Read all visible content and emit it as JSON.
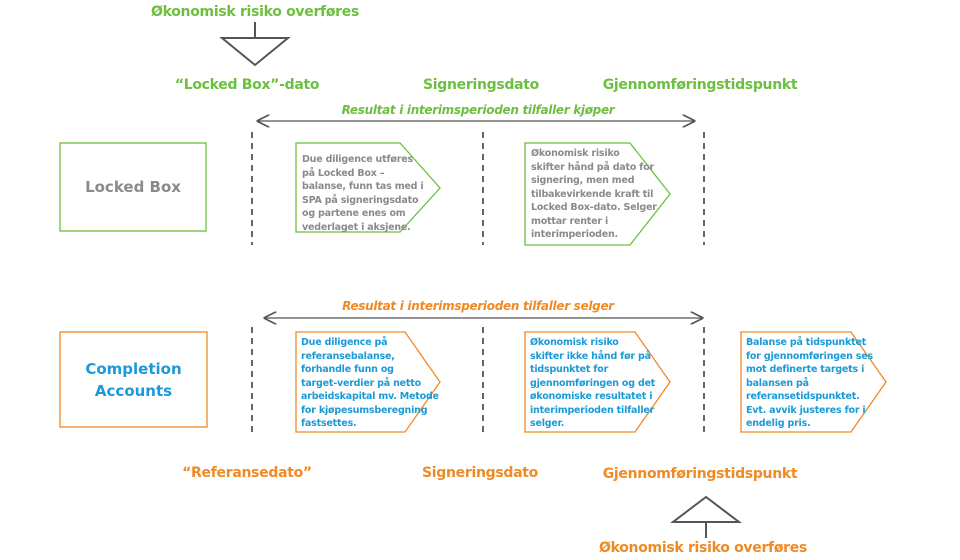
{
  "colors": {
    "green": "#6cbf3f",
    "orange": "#f08a24",
    "blue": "#1a9ad6",
    "gray": "#8a8a8a"
  },
  "top": {
    "risk_label": "Økonomisk risiko overføres",
    "dates": [
      "“Locked Box”-dato",
      "Signeringsdato",
      "Gjennomføringstidspunkt"
    ],
    "period_label": "Resultat i interimsperioden tilfaller kjøper",
    "method": "Locked Box",
    "steps": [
      "Due diligence utføres\npå Locked Box –\nbalanse, funn tas med i\nSPA på  signeringsdato\nog partene enes om\nvederlaget i aksjene.",
      "Økonomisk risiko\nskifter hånd på dato for\nsignering, men med\ntilbakevirkende kraft til\nLocked Box-dato. Selger\nmottar renter i\ninterimperioden."
    ]
  },
  "bottom": {
    "period_label": "Resultat i interimsperioden tilfaller selger",
    "method": "Completion Accounts",
    "steps": [
      "Due diligence på\nreferansebalanse,\nforhandle funn og\ntarget-verdier på netto\narbeidskapital mv. Metode\nfor kjøpesumsberegning\nfastsettes.",
      "Økonomisk risiko\nskifter ikke hånd før på\ntidspunktet for\ngjennomføringen og det\nøkonomiske resultatet i\ninterimperioden tilfaller\nselger.",
      "Balanse på tidspunktet\nfor gjennomføringen ses\nmot definerte targets i\nbalansen på\nreferansetidspunktet.\nEvt. avvik justeres for i\nendelig pris."
    ],
    "dates": [
      "“Referansedato”",
      "Signeringsdato",
      "Gjennomføringstidspunkt"
    ],
    "risk_label": "Økonomisk risiko overføres"
  }
}
